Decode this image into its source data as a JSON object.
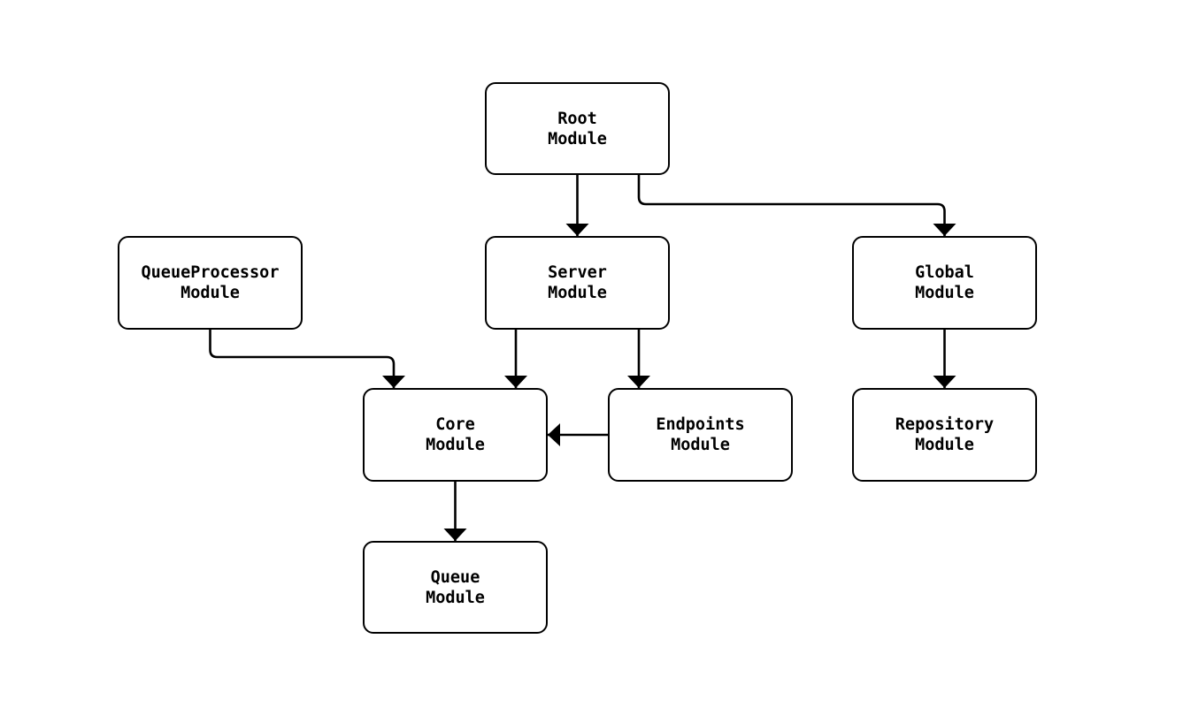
{
  "diagram": {
    "type": "flowchart",
    "colors": {
      "background": "#ffffff",
      "node_fill": "#ffffff",
      "node_border": "#000000",
      "edge_stroke": "#000000",
      "text": "#000000"
    },
    "nodes": [
      {
        "id": "root",
        "label": "Root\nModule"
      },
      {
        "id": "queueprocessor",
        "label": "QueueProcessor\nModule"
      },
      {
        "id": "server",
        "label": "Server\nModule"
      },
      {
        "id": "global",
        "label": "Global\nModule"
      },
      {
        "id": "core",
        "label": "Core\nModule"
      },
      {
        "id": "endpoints",
        "label": "Endpoints\nModule"
      },
      {
        "id": "repository",
        "label": "Repository\nModule"
      },
      {
        "id": "queue",
        "label": "Queue\nModule"
      }
    ],
    "edges": [
      {
        "from": "Root Module",
        "to": "Server Module"
      },
      {
        "from": "Root Module",
        "to": "Global Module"
      },
      {
        "from": "QueueProcessor Module",
        "to": "Core Module"
      },
      {
        "from": "Server Module",
        "to": "Core Module"
      },
      {
        "from": "Server Module",
        "to": "Endpoints Module"
      },
      {
        "from": "Endpoints Module",
        "to": "Core Module"
      },
      {
        "from": "Global Module",
        "to": "Repository Module"
      },
      {
        "from": "Core Module",
        "to": "Queue Module"
      }
    ]
  }
}
